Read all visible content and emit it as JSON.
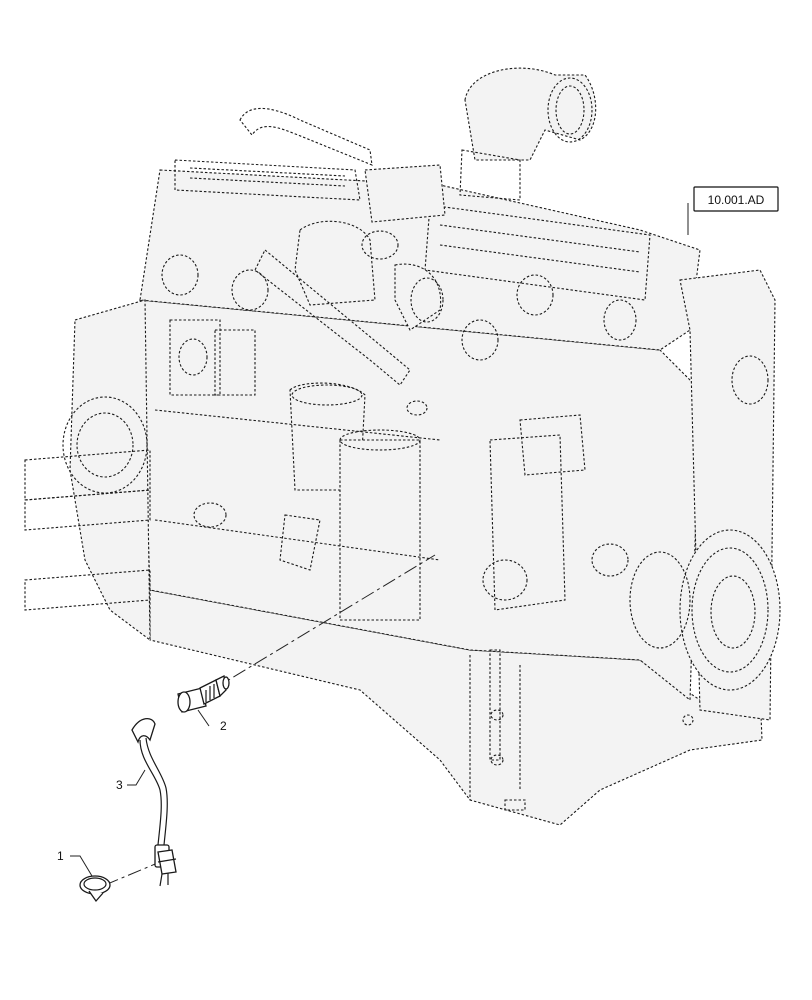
{
  "reference_box": {
    "text": "10.001.AD"
  },
  "callouts": [
    {
      "number": "1"
    },
    {
      "number": "2"
    },
    {
      "number": "3"
    }
  ]
}
